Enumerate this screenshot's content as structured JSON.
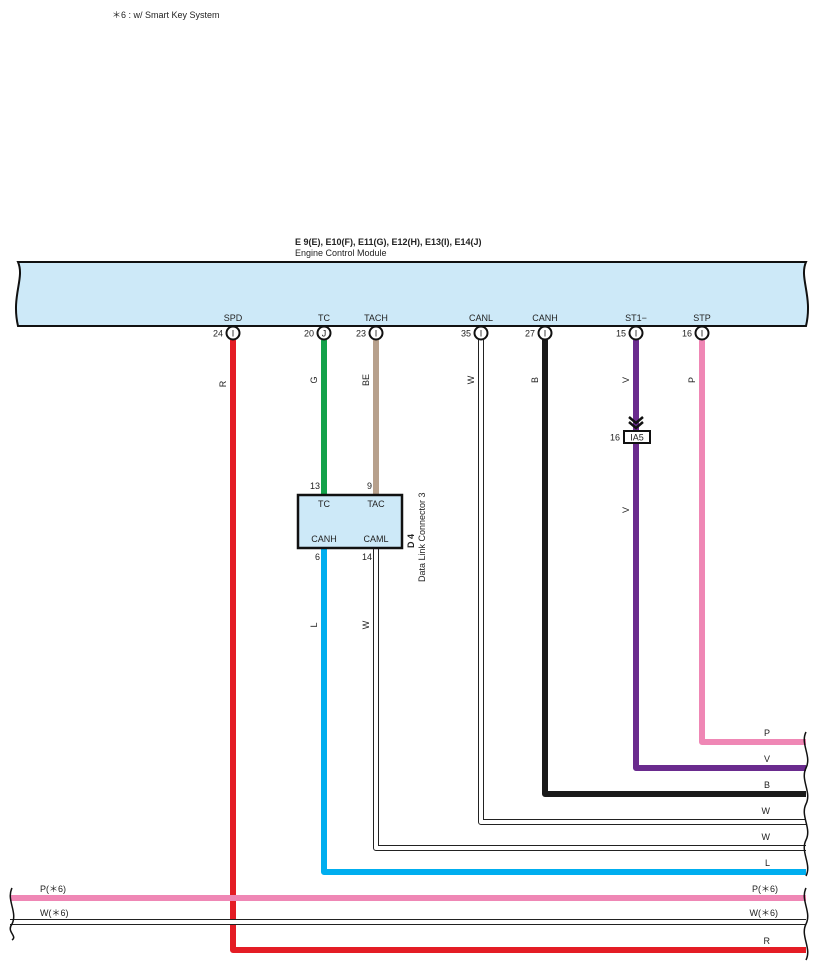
{
  "footnote": "＊6 : w/ Smart Key System",
  "ecm": {
    "title": "E 9(E), E10(F), E11(G), E12(H), E13(I), E14(J)",
    "name": "Engine Control Module",
    "terminals": [
      {
        "label": "SPD",
        "pin": "24",
        "letter": "I"
      },
      {
        "label": "TC",
        "pin": "20",
        "letter": "J"
      },
      {
        "label": "TACH",
        "pin": "23",
        "letter": "I"
      },
      {
        "label": "CANL",
        "pin": "35",
        "letter": "I"
      },
      {
        "label": "CANH",
        "pin": "27",
        "letter": "I"
      },
      {
        "label": "ST1−",
        "pin": "15",
        "letter": "I"
      },
      {
        "label": "STP",
        "pin": "16",
        "letter": "I"
      }
    ]
  },
  "dlc": {
    "id": "D 4",
    "name": "Data Link Connector 3",
    "pins": [
      {
        "label": "TC",
        "pin": "13"
      },
      {
        "label": "TAC",
        "pin": "9"
      },
      {
        "label": "CANH",
        "pin": "6"
      },
      {
        "label": "CAML",
        "pin": "14"
      }
    ]
  },
  "junction": {
    "pin": "16",
    "label": "IA5"
  },
  "wire_colors": {
    "R": "#e41d25",
    "G": "#14a24a",
    "BE": "#b7a08c",
    "W": "#ffffff",
    "B": "#1a1a1a",
    "V": "#6a2b8e",
    "P": "#ef87b5",
    "L": "#00aeef"
  },
  "wire_codes": {
    "spd": "R",
    "tc": "G",
    "tach": "BE",
    "canl": "W",
    "canh": "B",
    "st1": "V",
    "st1_lower": "V",
    "stp": "P",
    "dlc_canh": "L",
    "dlc_caml": "W"
  },
  "right_edge_labels": [
    "P",
    "V",
    "B",
    "W",
    "W",
    "L",
    "P(＊6)",
    "W(＊6)",
    "R"
  ],
  "left_edge_labels": [
    "P(＊6)",
    "W(＊6)"
  ]
}
